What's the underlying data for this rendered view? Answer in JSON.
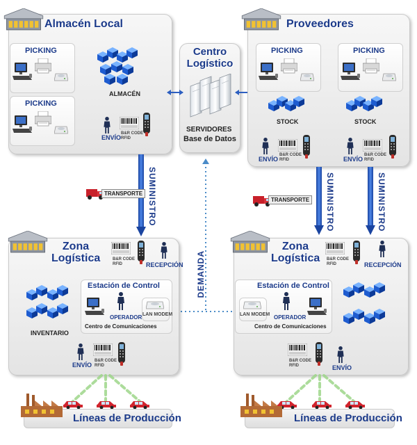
{
  "almacen_local": {
    "title": "Almacén Local",
    "picking1": "PICKING",
    "picking2": "PICKING",
    "almacen": "ALMACÉN",
    "envio": "ENVÍO"
  },
  "centro": {
    "title": "Centro Logístico",
    "servidores": "SERVIDORES",
    "base": "Base de Datos"
  },
  "proveedores": {
    "title": "Proveedores",
    "picking1": "PICKING",
    "picking2": "PICKING",
    "stock1": "STOCK",
    "stock2": "STOCK",
    "envio1": "ENVÍO",
    "envio2": "ENVÍO"
  },
  "flows": {
    "suministro1": "SUMINISTRO",
    "suministro2": "SUMINISTRO",
    "suministro3": "SUMINISTRO",
    "demanda": "DEMANDA",
    "transporte1": "TRANSPORTE",
    "transporte2": "TRANSPORTE"
  },
  "zona_left": {
    "title": "Zona Logística",
    "recepcion": "RECEPCIÓN",
    "inventario": "INVENTARIO",
    "estacion": "Estación de Control",
    "operador": "OPERADOR",
    "centro_com": "Centro de Comunicaciones",
    "lan": "LAN MODEM",
    "envio": "ENVÍO"
  },
  "zona_right": {
    "title": "Zona Logística",
    "recepcion": "RECEPCIÓN",
    "estacion": "Estación de Control",
    "operador": "OPERADOR",
    "centro_com": "Centro de Comunicaciones",
    "lan": "LAN MODEM",
    "envio": "ENVÍO"
  },
  "produccion": {
    "left": "Líneas de Producción",
    "right": "Líneas de Producción"
  },
  "barcode": {
    "line1": "B&R CODE",
    "line2": "RFID"
  },
  "icons": [
    "warehouse-icon",
    "computer-icon",
    "printer-icon",
    "scanner-icon",
    "box-cluster-icon",
    "server-icon",
    "operator-icon",
    "truck-icon",
    "factory-icon",
    "car-icon",
    "handheld-terminal-icon",
    "barcode-label-icon",
    "modem-icon"
  ],
  "colors": {
    "title": "#1b3a8a",
    "arrow": "#2d5fc0",
    "dotted": "#4a8bc8",
    "car": "#c8202a",
    "glow": "#9ed68a"
  }
}
